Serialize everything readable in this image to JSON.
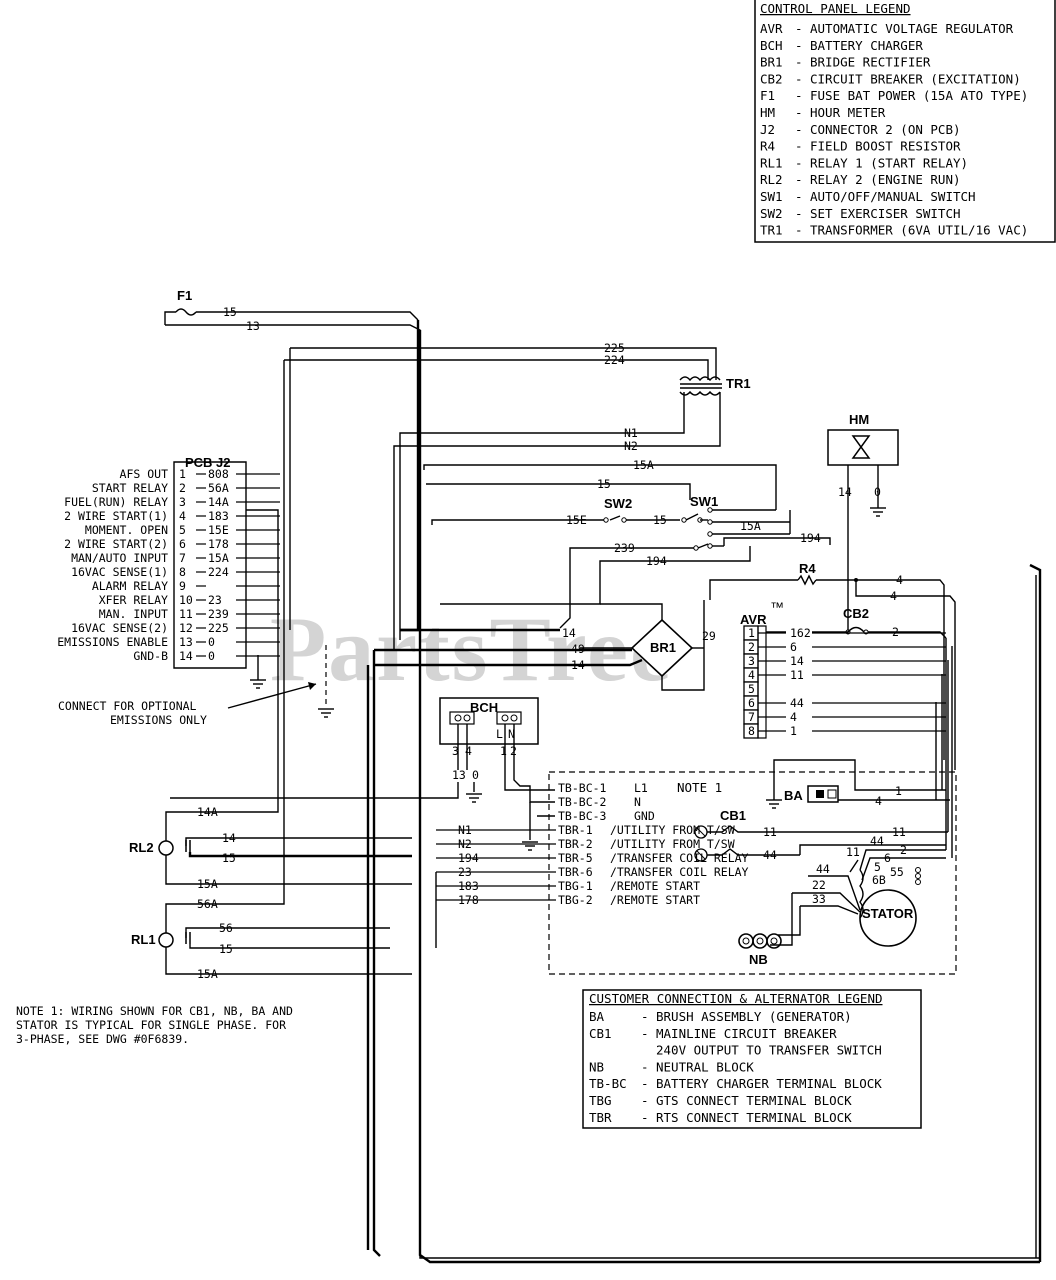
{
  "watermark": "PartsTree",
  "watermark_tm": "™",
  "control_panel_legend": {
    "title": "CONTROL PANEL LEGEND",
    "items": [
      {
        "code": "AVR",
        "desc": "AUTOMATIC VOLTAGE REGULATOR"
      },
      {
        "code": "BCH",
        "desc": "BATTERY CHARGER"
      },
      {
        "code": "BR1",
        "desc": "BRIDGE RECTIFIER"
      },
      {
        "code": "CB2",
        "desc": "CIRCUIT BREAKER (EXCITATION)"
      },
      {
        "code": "F1",
        "desc": "FUSE BAT POWER (15A ATO TYPE)"
      },
      {
        "code": "HM",
        "desc": "HOUR METER"
      },
      {
        "code": "J2",
        "desc": "CONNECTOR 2 (ON PCB)"
      },
      {
        "code": "R4",
        "desc": "FIELD BOOST RESISTOR"
      },
      {
        "code": "RL1",
        "desc": "RELAY 1 (START RELAY)"
      },
      {
        "code": "RL2",
        "desc": "RELAY 2 (ENGINE RUN)"
      },
      {
        "code": "SW1",
        "desc": "AUTO/OFF/MANUAL SWITCH"
      },
      {
        "code": "SW2",
        "desc": "SET EXERCISER SWITCH"
      },
      {
        "code": "TR1",
        "desc": "TRANSFORMER (6VA UTIL/16 VAC)"
      }
    ]
  },
  "customer_legend": {
    "title": "CUSTOMER CONNECTION & ALTERNATOR LEGEND",
    "items": [
      {
        "code": "BA",
        "desc": "BRUSH ASSEMBLY (GENERATOR)"
      },
      {
        "code": "CB1",
        "desc": "MAINLINE CIRCUIT BREAKER"
      },
      {
        "code": "",
        "desc": "240V OUTPUT TO TRANSFER SWITCH"
      },
      {
        "code": "NB",
        "desc": "NEUTRAL BLOCK"
      },
      {
        "code": "TB-BC",
        "desc": "BATTERY CHARGER TERMINAL BLOCK"
      },
      {
        "code": "TBG",
        "desc": "GTS CONNECT TERMINAL BLOCK"
      },
      {
        "code": "TBR",
        "desc": "RTS CONNECT TERMINAL BLOCK"
      }
    ]
  },
  "pcb_j2": {
    "title": "PCB J2",
    "pins": [
      {
        "label": "AFS OUT",
        "pin": "1",
        "wire": "808"
      },
      {
        "label": "START RELAY",
        "pin": "2",
        "wire": "56A"
      },
      {
        "label": "FUEL(RUN) RELAY",
        "pin": "3",
        "wire": "14A"
      },
      {
        "label": "2 WIRE START(1)",
        "pin": "4",
        "wire": "183"
      },
      {
        "label": "MOMENT. OPEN",
        "pin": "5",
        "wire": "15E"
      },
      {
        "label": "2 WIRE START(2)",
        "pin": "6",
        "wire": "178"
      },
      {
        "label": "MAN/AUTO INPUT",
        "pin": "7",
        "wire": "15A"
      },
      {
        "label": "16VAC SENSE(1)",
        "pin": "8",
        "wire": "224"
      },
      {
        "label": "ALARM RELAY",
        "pin": "9",
        "wire": ""
      },
      {
        "label": "XFER RELAY",
        "pin": "10",
        "wire": "23"
      },
      {
        "label": "MAN. INPUT",
        "pin": "11",
        "wire": "239"
      },
      {
        "label": "16VAC SENSE(2)",
        "pin": "12",
        "wire": "225"
      },
      {
        "label": "EMISSIONS ENABLE",
        "pin": "13",
        "wire": "0"
      },
      {
        "label": "GND-B",
        "pin": "14",
        "wire": "0"
      }
    ]
  },
  "component_labels": {
    "f1": "F1",
    "tr1": "TR1",
    "hm": "HM",
    "pcb": "PCB J2",
    "sw2": "SW2",
    "sw1": "SW1",
    "r4": "R4",
    "cb2": "CB2",
    "avr": "AVR",
    "br1": "BR1",
    "bch": "BCH",
    "rl2": "RL2",
    "rl1": "RL1",
    "cb1": "CB1",
    "ba": "BA",
    "stator": "STATOR",
    "nb": "NB"
  },
  "wire_labels": {
    "w15_top": "15",
    "w13_top": "13",
    "w225": "225",
    "w224": "224",
    "wN1": "N1",
    "wN2": "N2",
    "w15A_top": "15A",
    "w15_sw": "15",
    "w15E": "15E",
    "w15_mid": "15",
    "w15A_sw": "15A",
    "w194_a": "194",
    "w239": "239",
    "w194_b": "194",
    "w4_a": "4",
    "w4_b": "4",
    "w14_hm": "14",
    "w0_hm": "0",
    "w14_br": "14",
    "w49": "49",
    "w14_br2": "14",
    "w29": "29",
    "w14A_rl2": "14A",
    "w14_rl2": "14",
    "w15_rl2": "15",
    "w15A_rl2": "15A",
    "w56A_rl1": "56A",
    "w56_rl1": "56",
    "w15_rl1": "15",
    "w15A_rl1": "15A",
    "bch_3": "3",
    "bch_4": "4",
    "bch_13": "13",
    "bch_0": "0",
    "bch_L": "L",
    "bch_N": "N",
    "bch_1": "1",
    "bch_2": "2",
    "ba_1": "1",
    "ba_4": "4",
    "cb1_11": "11",
    "cb1_44": "44",
    "s44": "44",
    "s11a": "11",
    "s11b": "11",
    "s2": "2",
    "s6": "6",
    "s5": "5",
    "s55": "55",
    "s6B": "6B",
    "s44b": "44",
    "s22": "22",
    "s33": "33"
  },
  "avr_terminals": [
    {
      "pin": "1",
      "wire": "162"
    },
    {
      "pin": "2",
      "wire": "6"
    },
    {
      "pin": "3",
      "wire": "14"
    },
    {
      "pin": "4",
      "wire": "11"
    },
    {
      "pin": "5",
      "wire": ""
    },
    {
      "pin": "6",
      "wire": "44"
    },
    {
      "pin": "7",
      "wire": "4"
    },
    {
      "pin": "8",
      "wire": "1"
    }
  ],
  "cb2_out": "2",
  "terminal_blocks": [
    {
      "wire": "",
      "terminal": "TB-BC-1",
      "desc": "L1"
    },
    {
      "wire": "",
      "terminal": "TB-BC-2",
      "desc": "N"
    },
    {
      "wire": "",
      "terminal": "TB-BC-3",
      "desc": "GND"
    },
    {
      "wire": "N1",
      "terminal": "TBR-1",
      "desc": "/UTILITY FROM T/SW"
    },
    {
      "wire": "N2",
      "terminal": "TBR-2",
      "desc": "/UTILITY FROM T/SW"
    },
    {
      "wire": "194",
      "terminal": "TBR-5",
      "desc": "/TRANSFER COIL RELAY"
    },
    {
      "wire": "23",
      "terminal": "TBR-6",
      "desc": "/TRANSFER COIL RELAY"
    },
    {
      "wire": "183",
      "terminal": "TBG-1",
      "desc": "/REMOTE START"
    },
    {
      "wire": "178",
      "terminal": "TBG-2",
      "desc": "/REMOTE START"
    }
  ],
  "note1_label": "NOTE 1",
  "note1_text": [
    "NOTE 1: WIRING SHOWN FOR CB1, NB, BA AND",
    "STATOR IS TYPICAL FOR SINGLE PHASE. FOR",
    "3-PHASE, SEE DWG #0F6839."
  ],
  "emissions_note": [
    "CONNECT FOR OPTIONAL",
    "EMISSIONS ONLY"
  ]
}
